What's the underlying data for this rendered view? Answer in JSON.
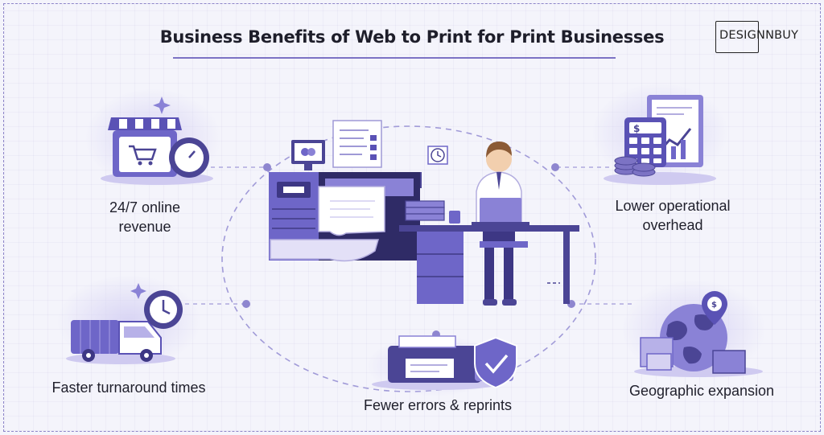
{
  "header": {
    "title": "Business Benefits of Web to Print for Print Businesses",
    "logo_text": "DESIGNNBUY"
  },
  "benefits": [
    {
      "line1": "24/7 online",
      "line2": "revenue",
      "icon": "storefront-clock-icon"
    },
    {
      "line1": "Lower operational",
      "line2": "overhead",
      "icon": "calculator-chart-icon"
    },
    {
      "line1": "Faster turnaround times",
      "icon": "delivery-truck-clock-icon"
    },
    {
      "line1": "Fewer errors & reprints",
      "icon": "printer-shield-icon"
    },
    {
      "line1": "Geographic expansion",
      "icon": "globe-location-icon"
    }
  ],
  "center_icon": "print-shop-worker-illustration",
  "colors": {
    "accent": "#7c73c4",
    "purple_dark": "#4b4595",
    "purple_mid": "#8a82d6",
    "purple_light": "#e3e0f7",
    "text": "#1f1f2b"
  }
}
